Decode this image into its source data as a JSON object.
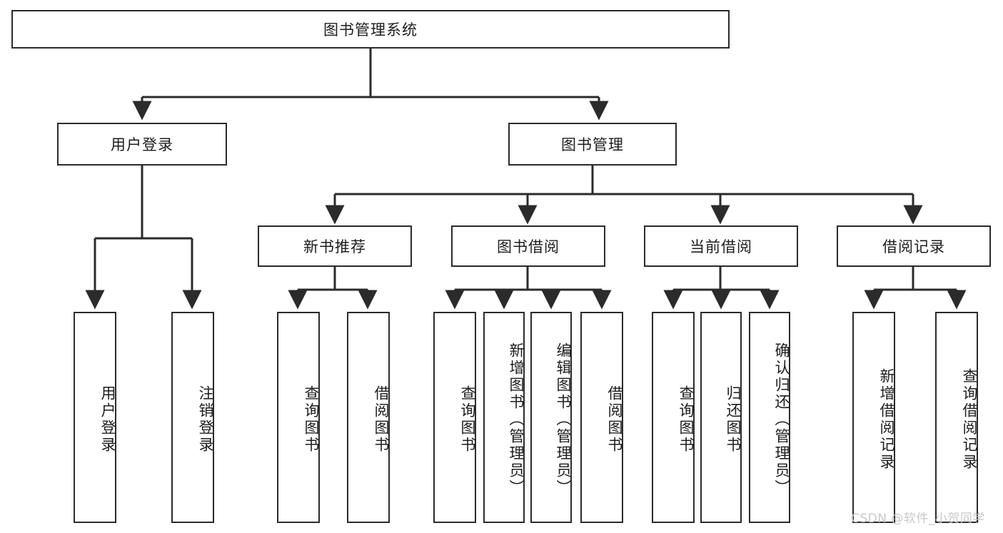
{
  "diagram": {
    "title": "图书管理系统",
    "watermark": "CSDN @软件_小贺同学",
    "colors": {
      "stroke": "#2b2b2b",
      "box_fill": "#ffffff",
      "text": "#1d1d1d",
      "watermark": "#c9c9c9"
    },
    "root": {
      "label": "图书管理系统"
    },
    "level2": [
      {
        "label": "用户登录"
      },
      {
        "label": "图书管理"
      }
    ],
    "level3": [
      {
        "label": "新书推荐"
      },
      {
        "label": "图书借阅"
      },
      {
        "label": "当前借阅"
      },
      {
        "label": "借阅记录"
      }
    ],
    "leaves_user_login": [
      {
        "label": "用户登录"
      },
      {
        "label": "注销登录"
      }
    ],
    "leaves_new_book": [
      {
        "label": "查询图书"
      },
      {
        "label": "借阅图书"
      }
    ],
    "leaves_borrow": [
      {
        "label": "查询图书"
      },
      {
        "label": "新增图书（管理员）"
      },
      {
        "label": "编辑图书（管理员）"
      },
      {
        "label": "借阅图书"
      }
    ],
    "leaves_current": [
      {
        "label": "查询图书"
      },
      {
        "label": "归还图书"
      },
      {
        "label": "确认归还（管理员）"
      }
    ],
    "leaves_records": [
      {
        "label": "新增借阅记录"
      },
      {
        "label": "查询借阅记录"
      }
    ]
  }
}
